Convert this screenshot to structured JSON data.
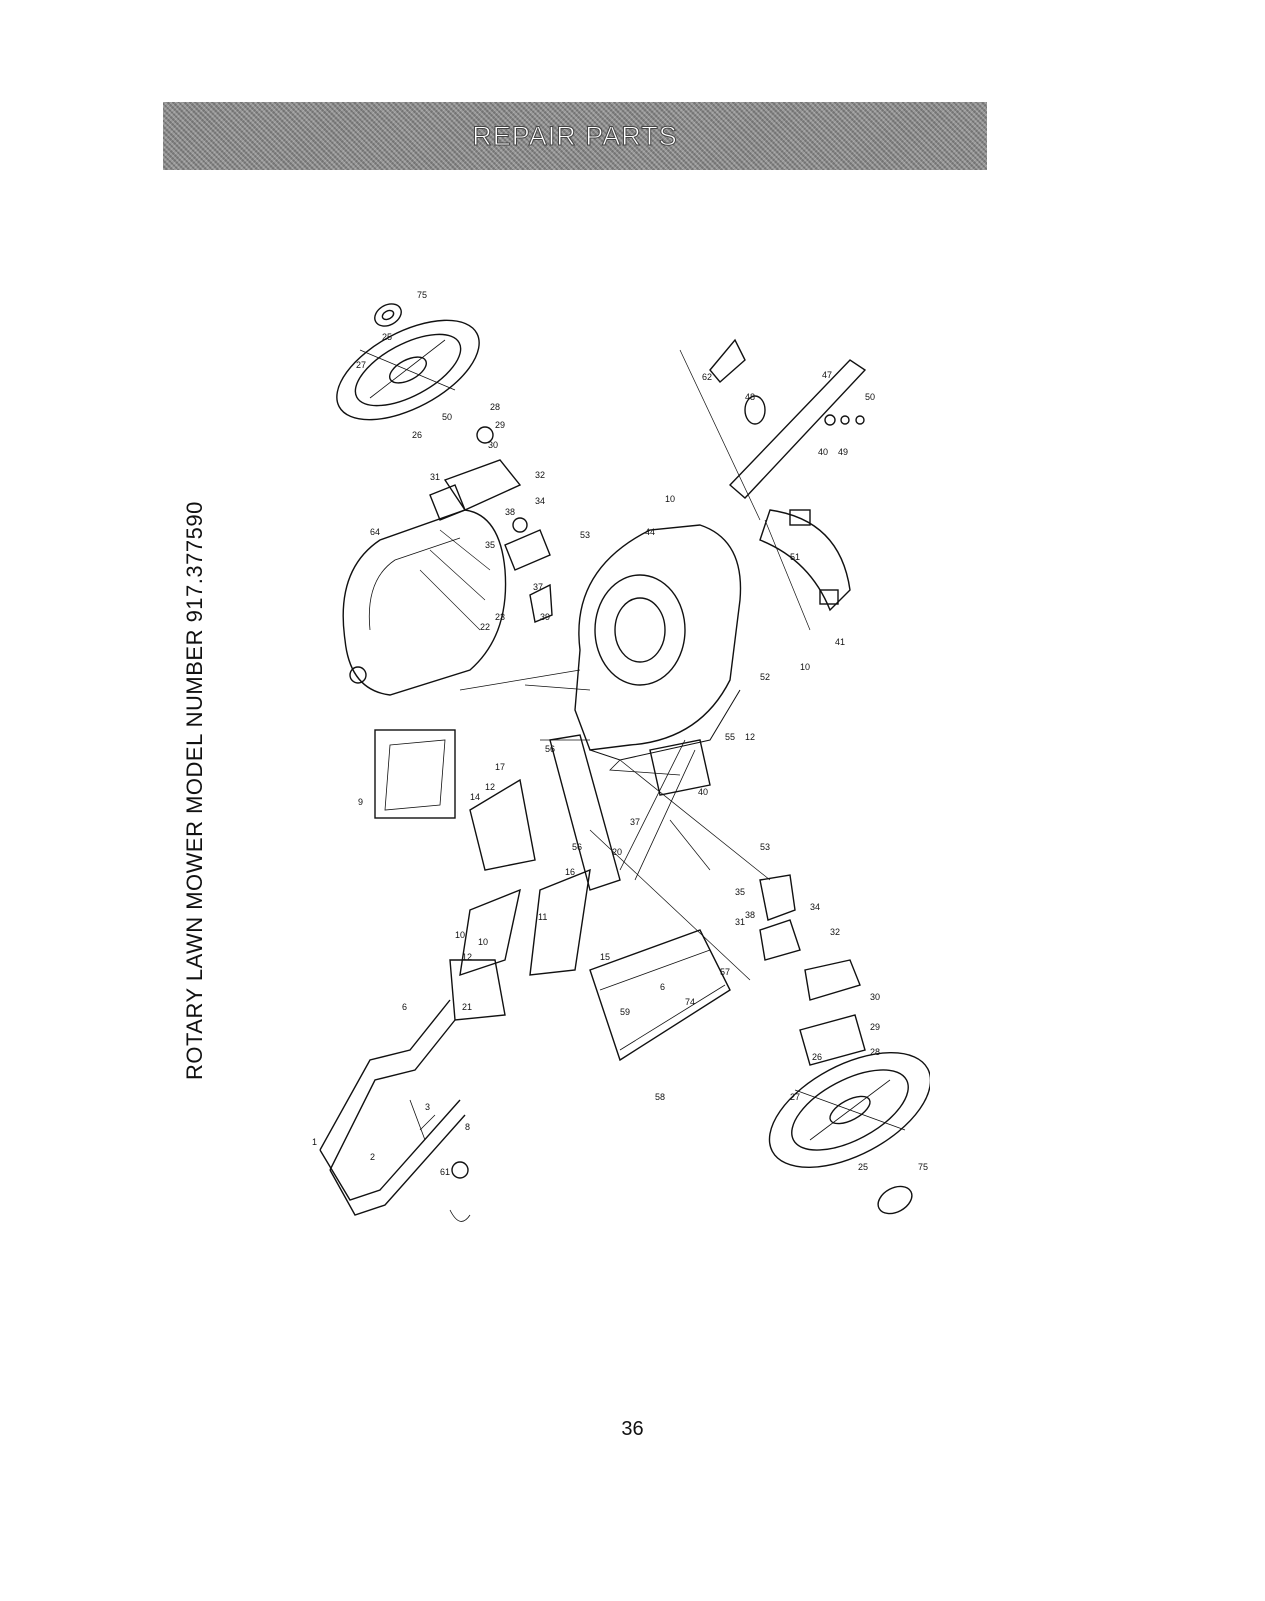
{
  "header": {
    "title": "REPAIR PARTS"
  },
  "side_title": "ROTARY LAWN MOWER MODEL NUMBER 917.377590",
  "page_number": "36",
  "colors": {
    "ink": "#111111",
    "banner": "#8c8c8c",
    "banner_text": "#ffffff"
  },
  "diagram": {
    "callouts": [
      "75",
      "25",
      "27",
      "26",
      "50",
      "28",
      "29",
      "30",
      "31",
      "32",
      "38",
      "34",
      "35",
      "53",
      "10",
      "44",
      "62",
      "48",
      "47",
      "40",
      "49",
      "50",
      "51",
      "41",
      "64",
      "22",
      "23",
      "37",
      "39",
      "52",
      "10",
      "9",
      "12",
      "56",
      "14",
      "17",
      "55",
      "12",
      "40",
      "56",
      "20",
      "37",
      "53",
      "16",
      "11",
      "10",
      "12",
      "10",
      "15",
      "35",
      "38",
      "34",
      "31",
      "32",
      "21",
      "57",
      "74",
      "59",
      "6",
      "30",
      "29",
      "28",
      "26",
      "27",
      "25",
      "75",
      "58",
      "3",
      "2",
      "61",
      "8",
      "6",
      "1"
    ]
  }
}
